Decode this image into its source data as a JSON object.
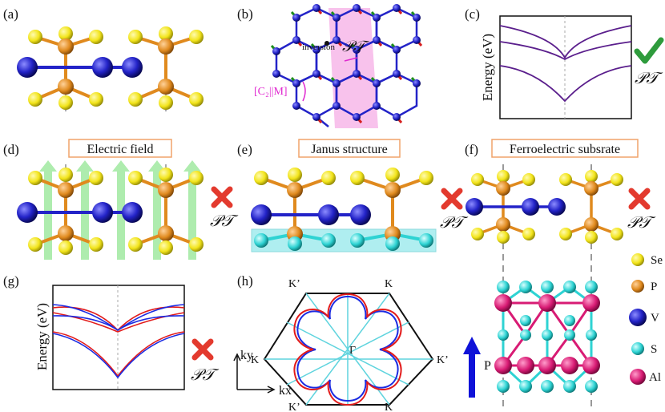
{
  "panel_labels": {
    "a": "(a)",
    "b": "(b)",
    "c": "(c)",
    "d": "(d)",
    "e": "(e)",
    "f": "(f)",
    "g": "(g)",
    "h": "(h)"
  },
  "pt_symbol": "𝒫𝒯",
  "panel_b": {
    "inversion": "inversion",
    "c2m": "[C₂||M]"
  },
  "panel_c": {
    "ylabel": "Energy (eV)"
  },
  "panel_d": {
    "title": "Electric field"
  },
  "panel_e": {
    "title": "Janus structure"
  },
  "panel_f": {
    "title": "Ferroelectric subsrate",
    "arrow_label": "P"
  },
  "panel_g": {
    "ylabel": "Energy (eV)"
  },
  "panel_h": {
    "center": "Γ",
    "k": "K",
    "kp": "K’",
    "ky": "ky",
    "kx": "kx"
  },
  "legend": [
    {
      "label": "Se",
      "color": "#f2e41a"
    },
    {
      "label": "P",
      "color": "#e08a1e"
    },
    {
      "label": "V",
      "color": "#2323c8"
    },
    {
      "label": "S",
      "color": "#2ed3d3"
    },
    {
      "label": "Al",
      "color": "#d81b74"
    }
  ],
  "colors": {
    "band": "#5a1e8c",
    "spin_up": "#e21b1b",
    "spin_down": "#1b2be2",
    "check": "#2e9b3c",
    "cross": "#e33a2e",
    "frame": "#f0a36a",
    "highlight": "#f7b7e9",
    "substrate": "#8ee7ea",
    "field": "#9be89b"
  }
}
